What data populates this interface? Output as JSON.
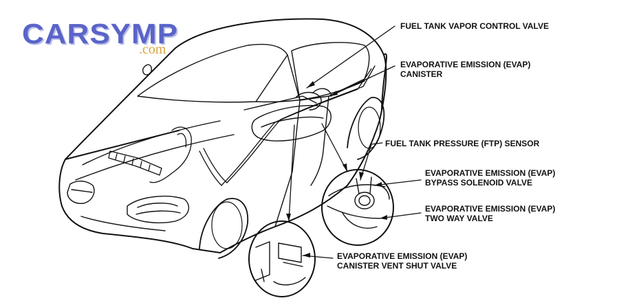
{
  "logo": {
    "main": "CARSYMP",
    "sub": ".com"
  },
  "labels": {
    "fuel_tank_vapor_control_valve": {
      "line1": "FUEL TANK VAPOR CONTROL VALVE"
    },
    "evap_canister": {
      "line1": "EVAPORATIVE EMISSION (EVAP)",
      "line2": "CANISTER"
    },
    "ftp_sensor": {
      "line1": "FUEL TANK PRESSURE (FTP) SENSOR"
    },
    "evap_bypass_solenoid_valve": {
      "line1": "EVAPORATIVE EMISSION (EVAP)",
      "line2": "BYPASS SOLENOID VALVE"
    },
    "evap_two_way_valve": {
      "line1": "EVAPORATIVE EMISSION (EVAP)",
      "line2": "TWO WAY VALVE"
    },
    "evap_canister_vent_shut_valve": {
      "line1": "EVAPORATIVE EMISSION (EVAP)",
      "line2": "CANISTER VENT SHUT VALVE"
    }
  },
  "colors": {
    "logo_main": "#5a64c8",
    "logo_sub": "#d9a640",
    "line": "#111111"
  }
}
